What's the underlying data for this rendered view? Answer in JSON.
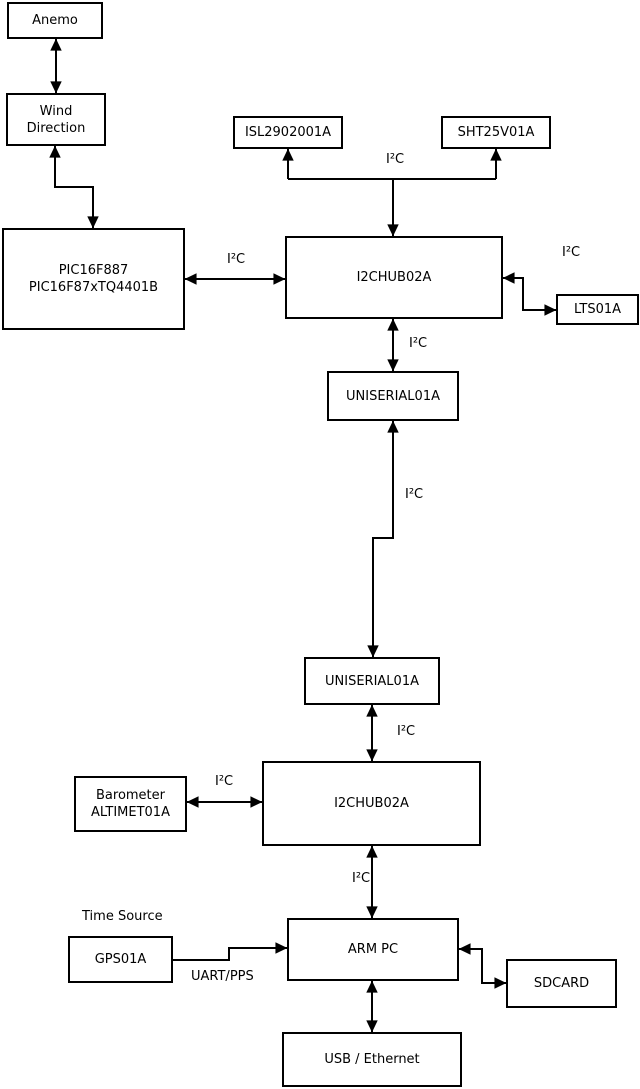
{
  "diagram": {
    "nodes": {
      "anemo": {
        "label": "Anemo"
      },
      "wind_direction": {
        "label": "Wind\nDirection"
      },
      "pic": {
        "label": "PIC16F887\nPIC16F87xTQ4401B"
      },
      "isl": {
        "label": "ISL2902001A"
      },
      "sht": {
        "label": "SHT25V01A"
      },
      "i2chub_top": {
        "label": "I2CHUB02A"
      },
      "lts": {
        "label": "LTS01A"
      },
      "uniserial_top": {
        "label": "UNISERIAL01A"
      },
      "uniserial_bottom": {
        "label": "UNISERIAL01A"
      },
      "i2chub_bottom": {
        "label": "I2CHUB02A"
      },
      "barometer": {
        "label": "Barometer\nALTIMET01A"
      },
      "arm_pc": {
        "label": "ARM PC"
      },
      "gps": {
        "label": "GPS01A"
      },
      "sdcard": {
        "label": "SDCARD"
      },
      "usb_ethernet": {
        "label": "USB / Ethernet"
      }
    },
    "edge_labels": {
      "hub_to_sensors": "I²C",
      "pic_to_hub": "I²C",
      "hub_to_lts": "I²C",
      "hub_to_uniserial": "I²C",
      "uniserial_link": "I²C",
      "uniserial_to_hub2": "I²C",
      "barometer_to_hub2": "I²C",
      "hub2_to_arm": "I²C",
      "gps_to_arm": "UART/PPS",
      "time_source": "Time Source"
    },
    "colors": {
      "background": "#ffffff",
      "box_fill": "#ffffff",
      "box_border": "#000000",
      "line": "#000000",
      "text": "#000000"
    }
  }
}
